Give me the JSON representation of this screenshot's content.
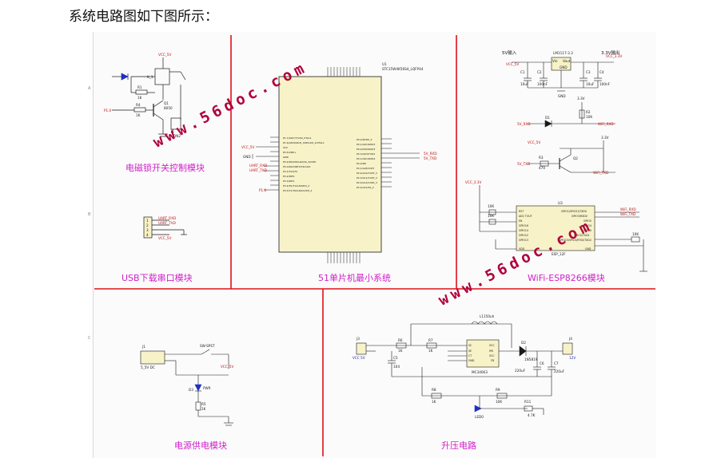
{
  "heading": "系统电路图如下图所示：",
  "modules": {
    "lock": "电磁锁开关控制模块",
    "usb": "USB下载串口模块",
    "mcu": "51单片机最小系统",
    "wifi": "WiFi-ESP8266模块",
    "power": "电源供电模块",
    "boost": "升压电路"
  },
  "watermark": "www.56doc.com",
  "lock_parts": {
    "vcc": "VCC_5V",
    "relay": "K_1",
    "r1": "R1",
    "r1v": "1K",
    "r4": "R4",
    "r4v": "1K",
    "q1": "Q1",
    "q1t": "8050",
    "j1": "J1",
    "j1t": "CON2",
    "p10": "P1.0"
  },
  "usb_parts": {
    "rxd": "UART_RXD",
    "txd": "UART_TXD",
    "vcc": "VCC_5V",
    "pins": [
      "1",
      "2",
      "3",
      "4"
    ]
  },
  "mcu_parts": {
    "ref": "U1",
    "part": "STC15W4K56S4_LQFP44",
    "left_pins": [
      "P1.7/ADC7/TxD2_XTAL1",
      "P1.6/ADC6/RxD_3/MCLKO_2/XTAL1",
      "VCC",
      "P5.5/CMP+",
      "GND",
      "P5.4/RST/MCLKO/SS_3/CMP-",
      "P3.0/RxD/INT4/T2CLKO",
      "P3.1/TxD/T2",
      "P3.2/INT0",
      "P3.3/INT1",
      "P3.4/T0/T1CLKO/ECI_2",
      "P3.5/T1/T0CLKO/CCP0_2"
    ],
    "right_pins": [
      "P0.2/RXD0_2",
      "P0.1/AD1/RXD3",
      "P0.0/AD0/RXD3",
      "P4.3/AD3/TXD4",
      "P0.1/AD1/RXD4",
      "P4.4/RD",
      "P4.1/ALE/CCP3",
      "P2.4/A12/CCP3_3",
      "P2.3/A11/CCP3_3",
      "P2.5/A13/CCP0_3",
      "P2.4/A12/SS_2"
    ],
    "vcc": "VCC_5V",
    "gnd": "GND",
    "urxd": "UART_RXD",
    "utxd": "UART_TXD",
    "p10": "P1.0",
    "rxd5": "5V_RXD",
    "txd5": "5V_TXD"
  },
  "wifi_parts": {
    "in5": "5V输入",
    "out33": "3.3V输出",
    "reg": "LM1117-3.3",
    "vin": "Vin",
    "vout": "Vout",
    "gnd": "GND",
    "c1": "C1",
    "c1v": "10uF",
    "c2": "C2",
    "c2v": "100nF",
    "c3": "C3",
    "c3v": "10uF",
    "c4": "C4",
    "c4v": "100nF",
    "vcc5": "VCC_5V",
    "vcc33": "VCC_3.3V",
    "d1": "D1",
    "r2": "R2",
    "r2v": "10K",
    "r3": "R3",
    "r3v": "470",
    "q2": "Q2",
    "v33": "3.3V",
    "rxd5": "5V_RXD",
    "txd5": "5V_TXD",
    "wrxd": "WiFi_RXD",
    "wtxd": "WiFi_TXD",
    "u3": "U3",
    "esp": "ESP_12F",
    "left_pins": [
      "RST",
      "ADC TOUT",
      "EN",
      "GPIO16",
      "GPIO14",
      "GPIO12",
      "GPIO13",
      "VDD"
    ],
    "right_pins": [
      "GPIO1/SPICS1/TXD0",
      "GPIO3/RXD0",
      "GPIO5",
      "GPIO4",
      "GPIO0",
      "GPIO2/TXD1",
      "GPIO15/SPICS/RTS0/TXD2",
      "GND"
    ],
    "r10k": "10K"
  },
  "power_parts": {
    "j": "J1",
    "dc": "5_5V DC",
    "sw": "SW-SPST",
    "vcc": "VCC_5V",
    "led": "D3",
    "pwr": "PWR",
    "r": "R5",
    "rv": "1K"
  },
  "boost_parts": {
    "j3": "J3",
    "j4": "J4",
    "l1": "L1",
    "l1v": "150uh",
    "vcc": "VCC 5V",
    "out": "12V",
    "r_a": "R6",
    "r_av": "1K",
    "r_b": "R7",
    "r_bv": "1K",
    "chip": "MC34063",
    "d2": "D2",
    "d2t": "1N5819",
    "c5": "C5",
    "c5v": "104",
    "c6": "C6",
    "c6v": "220uF",
    "c7": "C7",
    "c7v": "220uF",
    "r8": "R8",
    "r8v": "1K",
    "r9": "R9",
    "r9v": "10K",
    "r11": "R11",
    "r11v": "4.7K",
    "led": "LED0",
    "left_pins": [
      "SC",
      "SE",
      "CT",
      "GND"
    ],
    "right_pins": [
      "VCC",
      "IPK",
      "VCC",
      "FB"
    ]
  },
  "colors": {
    "divider": "#e0101a",
    "module_label": "#d020c8",
    "watermark": "#b0003a",
    "wire": "#1a1a1a",
    "chip_fill": "#f7f2c8",
    "net_label": "#c01010"
  }
}
